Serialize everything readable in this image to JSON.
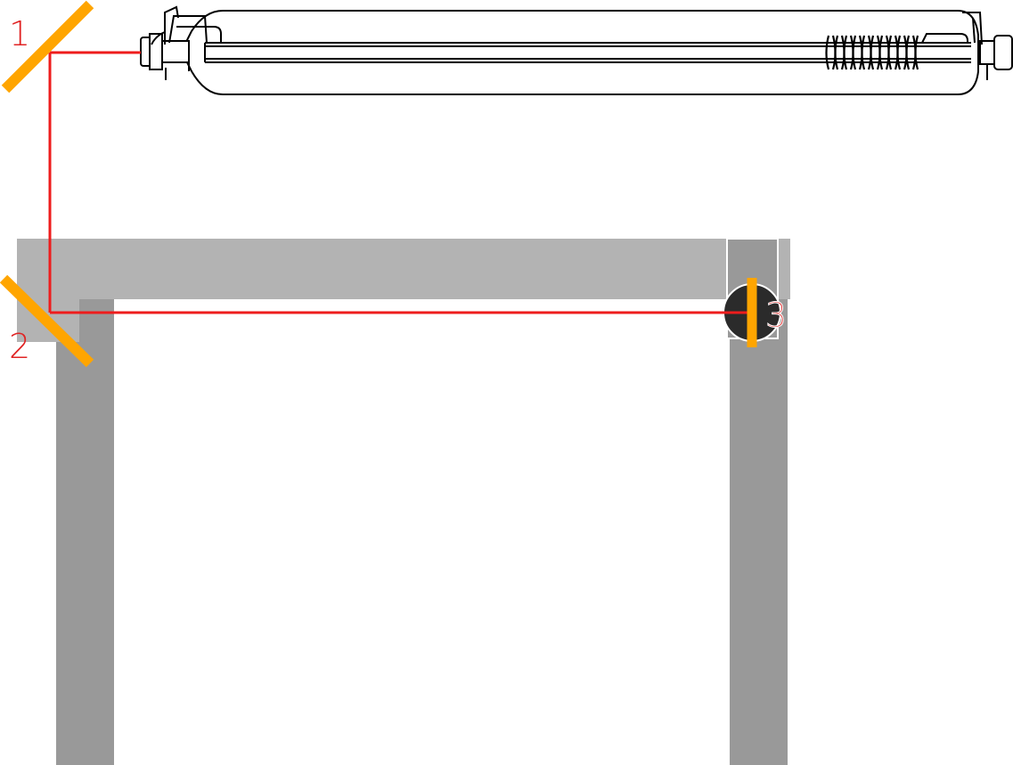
{
  "colors": {
    "beam": "#ee1c1c",
    "mirror": "#ffa500",
    "gantry_light": "#b3b3b3",
    "gantry_dark": "#999999",
    "label": "#e02424",
    "head": "#2b2b2b",
    "tube_outline": "#000000"
  },
  "mirrors": [
    {
      "id": "1",
      "label": "1"
    },
    {
      "id": "2",
      "label": "2"
    },
    {
      "id": "3",
      "label": "3"
    }
  ],
  "components": {
    "tube_icon": "laser-tube-icon",
    "head_icon": "laser-head-icon"
  }
}
